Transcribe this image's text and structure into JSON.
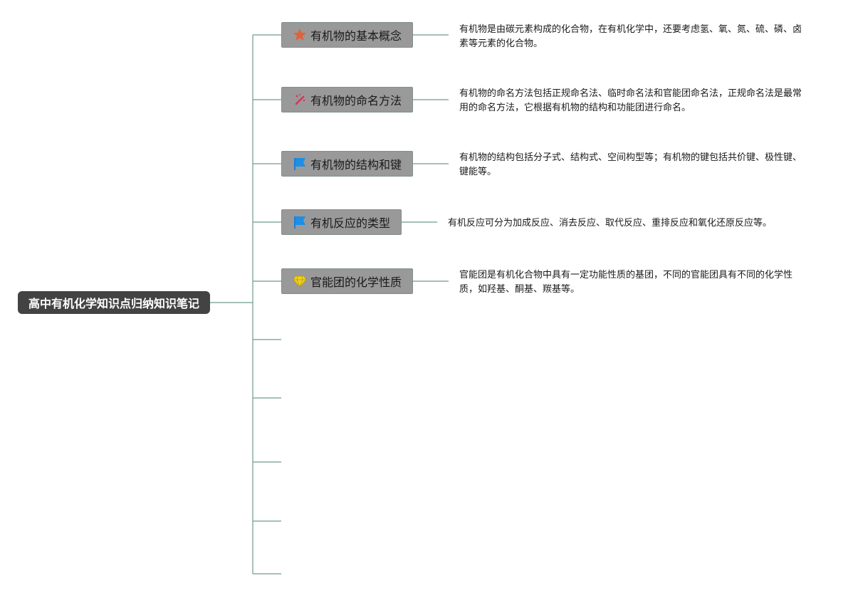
{
  "root": {
    "title": "高中有机化学知识点归纳知识笔记"
  },
  "colors": {
    "root_bg": "#434343",
    "topic_bg": "#999999",
    "connector": "#6f9a8c"
  },
  "topics": [
    {
      "label": "有机物的基本概念",
      "icon": "star-icon",
      "detail": "有机物是由碳元素构成的化合物，在有机化学中，还要考虑氢、氧、氮、硫、磷、卤素等元素的化合物。"
    },
    {
      "label": "有机物的命名方法",
      "icon": "magic-wand-icon",
      "detail": "有机物的命名方法包括正规命名法、临时命名法和官能团命名法，正规命名法是最常用的命名方法，它根据有机物的结构和功能团进行命名。"
    },
    {
      "label": "有机物的结构和键",
      "icon": "flag-icon",
      "detail": "有机物的结构包括分子式、结构式、空间构型等；有机物的键包括共价键、极性键、键能等。"
    },
    {
      "label": "有机反应的类型",
      "icon": "flag-icon",
      "detail": "有机反应可分为加成反应、消去反应、取代反应、重排反应和氧化还原反应等。"
    },
    {
      "label": "官能团的化学性质",
      "icon": "diamond-icon",
      "detail": "官能团是有机化合物中具有一定功能性质的基团，不同的官能团具有不同的化学性质，如羟基、酮基、羰基等。"
    }
  ]
}
